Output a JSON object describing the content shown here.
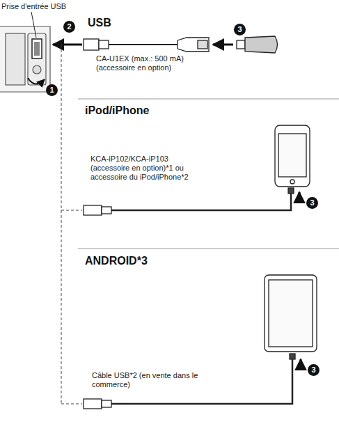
{
  "diagram": {
    "labels": [
      "Prise d'entrée USB",
      "2",
      "1",
      "USB",
      "CA-U1EX (max.: 500 mA) (accessoire en option)",
      "3",
      "iPod/iPhone",
      "KCA-iP102/KCA-iP103 (accessoire en option)*1 ou accessoire du iPod/iPhone*2",
      "3",
      "ANDROID*3",
      "Câble USB*2 (en vente dans le commerce)",
      "3"
    ]
  }
}
